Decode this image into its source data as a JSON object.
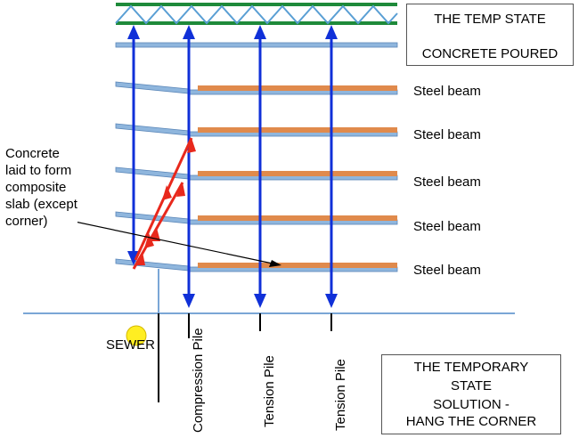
{
  "title_box": {
    "line1": "THE TEMP STATE",
    "line2": "CONCRETE POURED"
  },
  "beam_labels": [
    "Steel beam",
    "Steel beam",
    "Steel beam",
    "Steel beam",
    "Steel beam"
  ],
  "annotation": {
    "lines": [
      "Concrete",
      "laid to form",
      "composite",
      "slab (except",
      "corner)"
    ]
  },
  "sewer_label": "SEWER",
  "piles": {
    "compression": "Compression Pile",
    "tension_1": "Tension Pile",
    "tension_2": "Tension Pile"
  },
  "solution_box": {
    "line1": "THE TEMPORARY",
    "line2": "STATE",
    "line3": "SOLUTION -",
    "line4": "HANG THE CORNER"
  },
  "colors": {
    "truss_green": "#1e8a3a",
    "truss_blue": "#5a9fd4",
    "slab_blue": "#8fb6dd",
    "steel_orange": "#e08a4c",
    "arrow_blue": "#1030d8",
    "arrow_red": "#e8281c",
    "sewer_yellow": "#ffee22",
    "ground_line": "#7aa6d6"
  }
}
